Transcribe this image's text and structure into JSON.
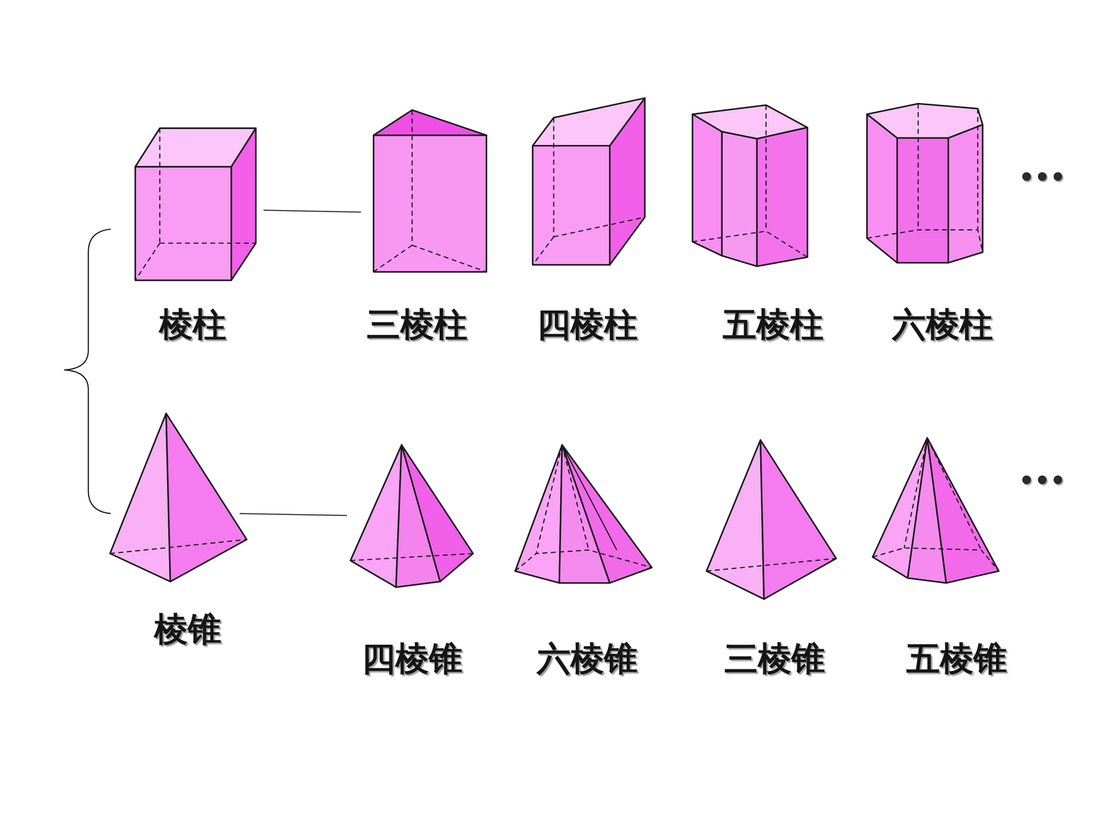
{
  "diagram": {
    "nodes": [
      {
        "text": [
          "棱柱"
        ]
      },
      {
        "text": [
          "三棱柱"
        ]
      },
      {
        "text": [
          "四棱柱"
        ]
      },
      {
        "text": [
          "五棱柱"
        ]
      },
      {
        "text": [
          "六棱柱"
        ]
      },
      {
        "text": [
          "棱锥"
        ]
      },
      {
        "text": [
          "四棱锥"
        ]
      },
      {
        "text": [
          "六棱锥"
        ]
      },
      {
        "text": [
          "三棱锥"
        ]
      },
      {
        "text": [
          "五棱锥"
        ]
      }
    ],
    "edges": [
      {
        "from": 0,
        "to": 1,
        "arrow": "none"
      },
      {
        "from": 5,
        "to": 6,
        "arrow": "none"
      }
    ],
    "labels": [
      "•••",
      "•••"
    ]
  }
}
